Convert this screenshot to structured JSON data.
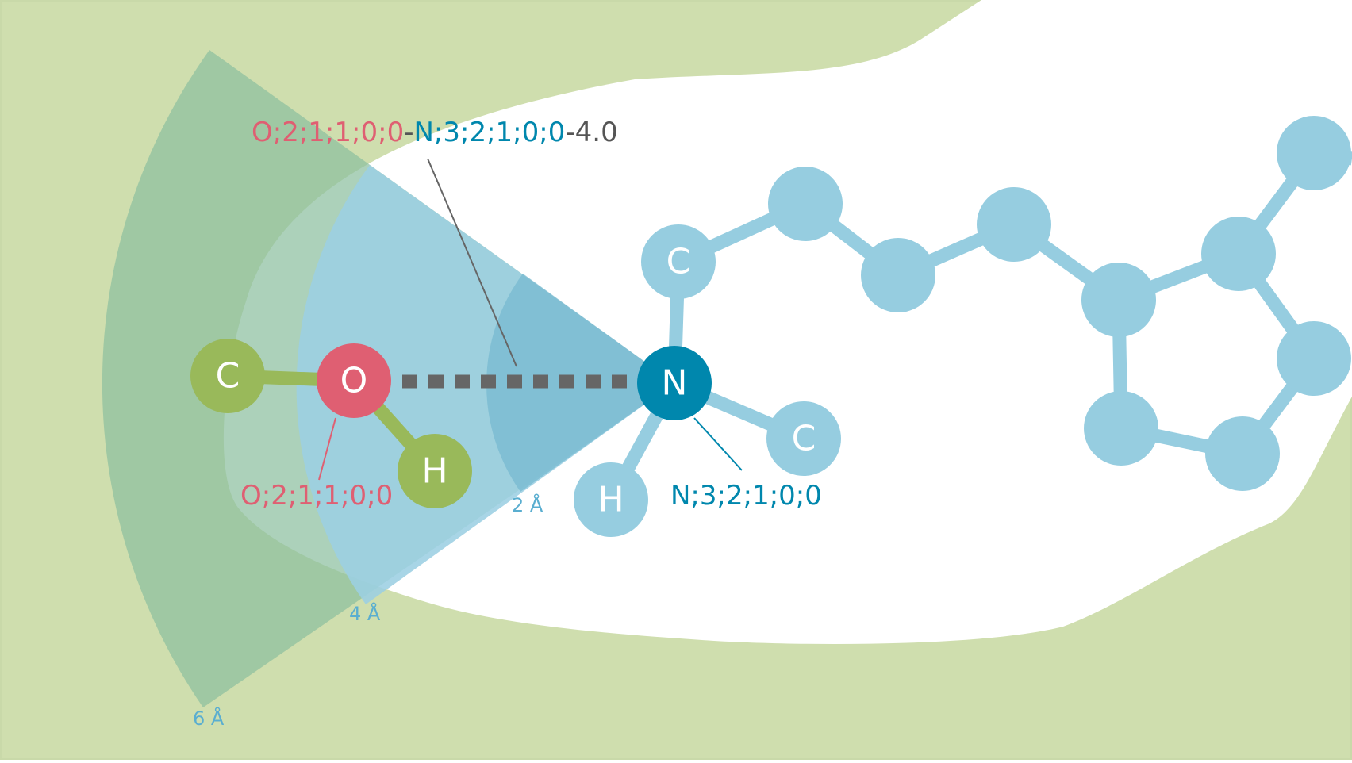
{
  "colors": {
    "pocket_green": "#cfdeae",
    "pocket_outline": "#c9d9a9",
    "cone_outer": "#8cbfa0",
    "cone_blue": "#9ccfe3",
    "cone_inner": "#77bad0",
    "ligand_light": "#96cde0",
    "ligand_dark": "#0087ad",
    "oxygen_red": "#df5f72",
    "hydroxyl_green": "#99b95a",
    "bond_gray": "#666666",
    "radius_label": "#5aaed0"
  },
  "label": {
    "interaction_part1": "O;2;1;1;0;0",
    "interaction_sep1": "-",
    "interaction_part2": "N;3;2;1;0;0",
    "interaction_sep2": "-",
    "interaction_part3": "4.0",
    "oxygen_descriptor": "O;2;1;1;0;0",
    "nitrogen_descriptor": "N;3;2;1;0;0"
  },
  "radii": {
    "r2": "2 Å",
    "r4": "4 Å",
    "r6": "6 Å"
  },
  "atoms": {
    "hydroxyl_carbon": "C",
    "oxygen": "O",
    "hydroxyl_hydrogen": "H",
    "nitrogen": "N",
    "ligand_carbon_top": "C",
    "ligand_carbon_right": "C",
    "ligand_hydrogen": "H"
  }
}
